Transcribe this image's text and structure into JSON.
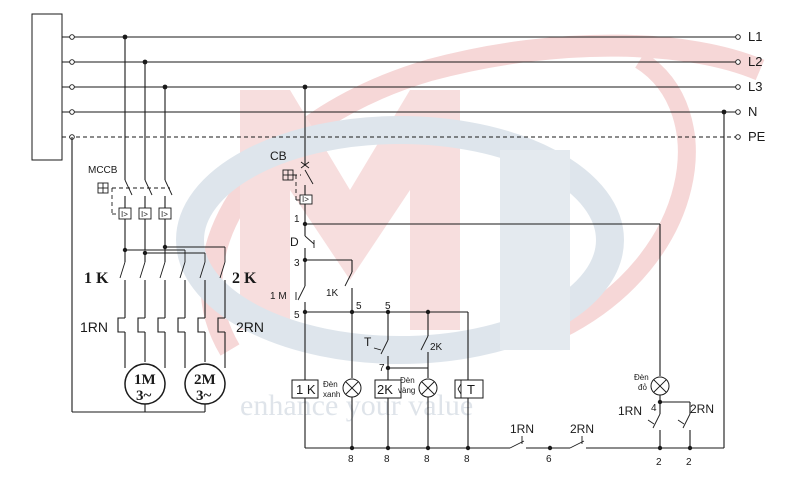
{
  "lines": {
    "l1": "L1",
    "l2": "L2",
    "l3": "L3",
    "n": "N",
    "pe": "PE"
  },
  "power": {
    "breaker_label": "MCCB",
    "breaker_marks": [
      "I>",
      "I>",
      "I>"
    ],
    "contactor_1": "1 K",
    "contactor_2": "2 K",
    "overload_1": "1RN",
    "overload_2": "2RN",
    "motor_1": {
      "name": "1M",
      "phase": "3~"
    },
    "motor_2": {
      "name": "2M",
      "phase": "3~"
    }
  },
  "control": {
    "breaker_label": "CB",
    "breaker_mark": "I>",
    "stop_button": "D",
    "start_button": "1 M",
    "aux_contact_1k": "1K",
    "timer_contact": "T",
    "aux_contact_2k": "2K",
    "coil_1k": "1 K",
    "coil_2k": "2K",
    "timer_coil": "T",
    "lamp_green": [
      "Đèn",
      "xanh"
    ],
    "lamp_yellow": [
      "Đèn",
      "vàng"
    ],
    "lamp_red": [
      "Đèn",
      "đỏ"
    ],
    "rn_contact_1": "1RN",
    "rn_contact_2": "2RN",
    "rn_fault_1": "1RN",
    "rn_fault_2": "2RN",
    "nodes": {
      "n1": "1",
      "n3": "3",
      "n5a": "5",
      "n5b": "5",
      "n5c": "5",
      "n7": "7",
      "n4": "4",
      "n8a": "8",
      "n8b": "8",
      "n8c": "8",
      "n8d": "8",
      "n6": "6",
      "n2a": "2",
      "n2b": "2"
    }
  },
  "watermark": {
    "tagline": "enhance your value",
    "colors": {
      "red": "#f2c9c9",
      "blue": "#c9d5e0"
    }
  }
}
